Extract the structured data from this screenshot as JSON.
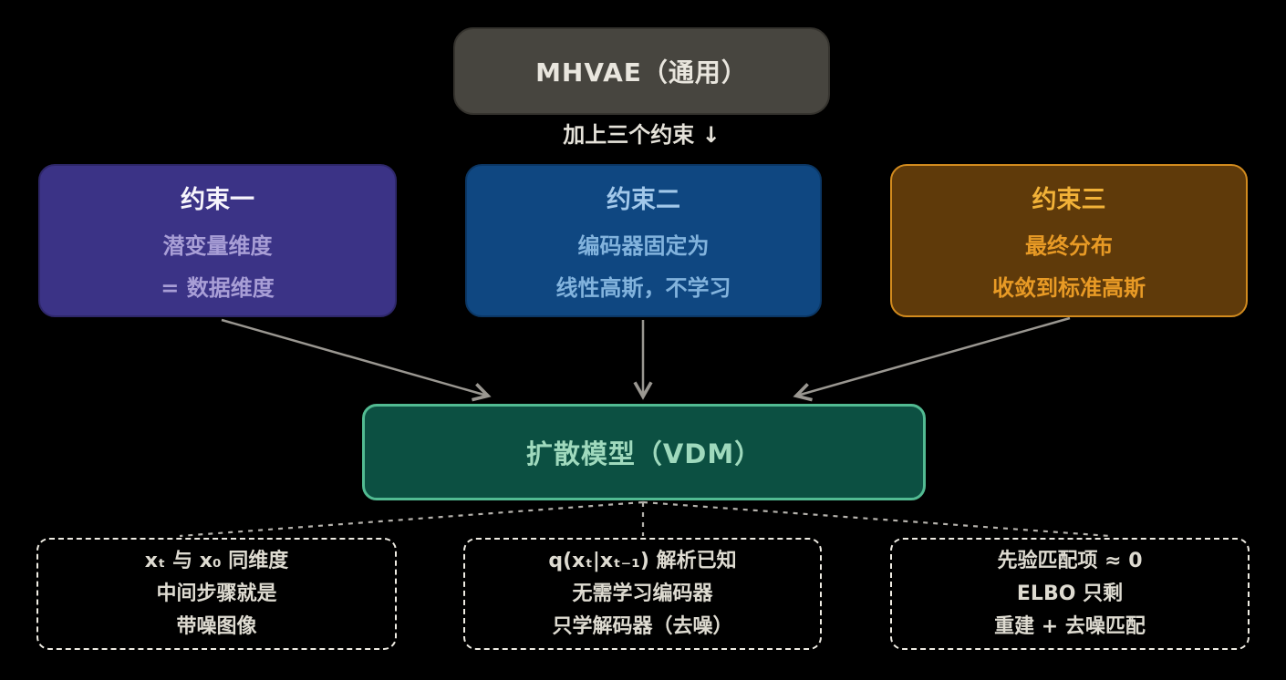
{
  "root_box": {
    "label": "MHVAE（通用）"
  },
  "transition_label": "加上三个约束 ↓",
  "constraints": [
    {
      "title": "约束一",
      "line1": "潜变量维度",
      "line2": "= 数据维度"
    },
    {
      "title": "约束二",
      "line1": "编码器固定为",
      "line2": "线性高斯，不学习"
    },
    {
      "title": "约束三",
      "line1": "最终分布",
      "line2": "收敛到标准高斯"
    }
  ],
  "result_box": {
    "label": "扩散模型（VDM）"
  },
  "consequences": [
    {
      "line1": "xₜ 与 x₀ 同维度",
      "line2": "中间步骤就是",
      "line3": "带噪图像"
    },
    {
      "line1": "q(xₜ|xₜ₋₁) 解析已知",
      "line2": "无需学习编码器",
      "line3": "只学解码器（去噪）"
    },
    {
      "line1": "先验匹配项 ≈ 0",
      "line2": "ELBO 只剩",
      "line3": "重建 + 去噪匹配"
    }
  ],
  "colors": {
    "background": "#000000",
    "root_fill": "#47453f",
    "root_border": "#35332e",
    "root_text": "#e9e6de",
    "constraint1_fill": "#3b3386",
    "constraint1_body_text": "#a89ed6",
    "constraint2_fill": "#0f4781",
    "constraint2_text": "#a2c8ea",
    "constraint3_fill": "#5f3a0a",
    "constraint3_border": "#d28b1e",
    "constraint3_title_text": "#f2b238",
    "constraint3_body_text": "#e89a25",
    "result_fill": "#0c5042",
    "result_border": "#52bb92",
    "result_text": "#9fd9bd",
    "dashed_box_border": "#efece3",
    "dashed_box_text": "#dedbd1",
    "arrow": "#9a9791",
    "dashed_connector": "#b5b2ac"
  }
}
